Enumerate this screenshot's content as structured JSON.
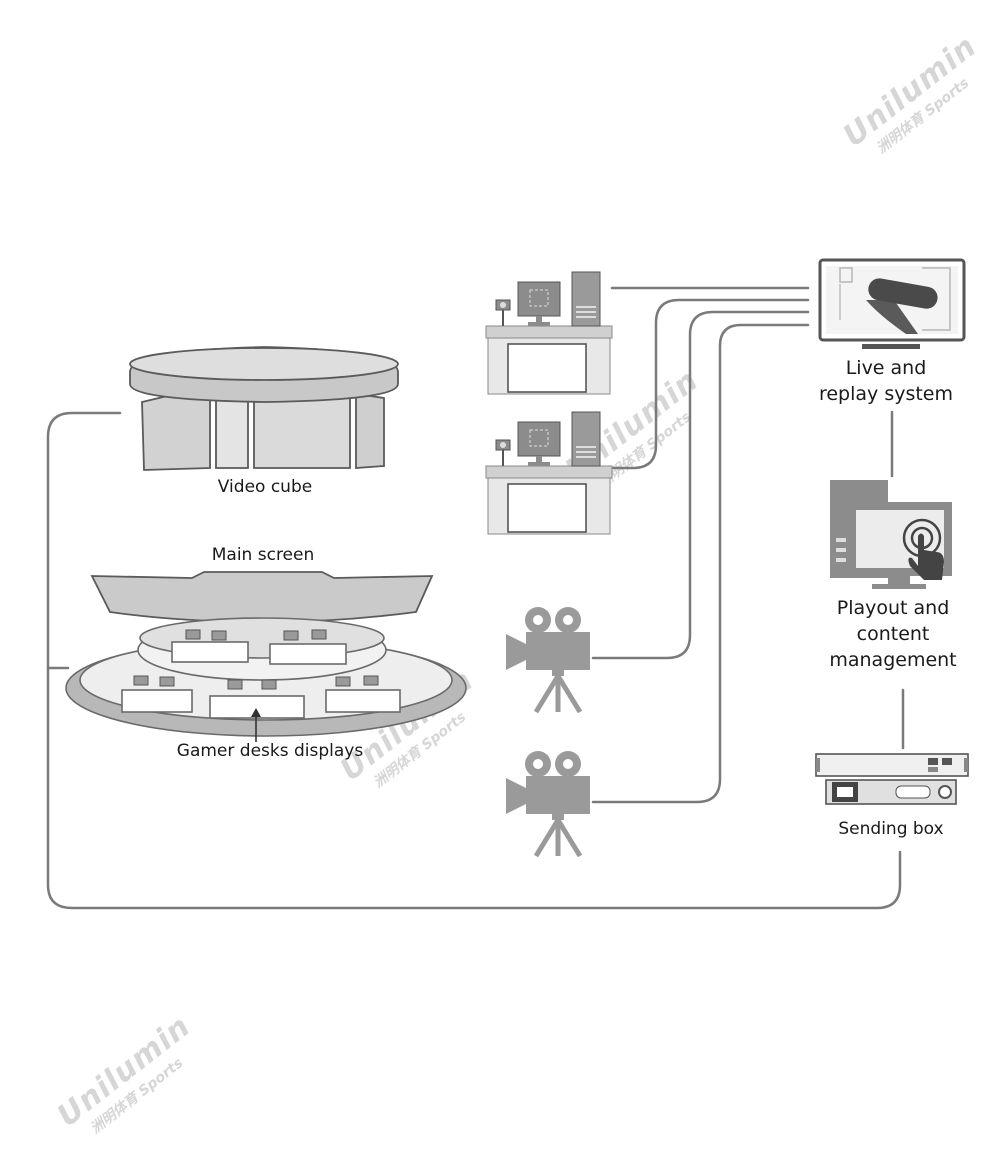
{
  "labels": {
    "video_cube": "Video cube",
    "main_screen": "Main screen",
    "gamer_desks": "Gamer desks displays",
    "live_replay": [
      "Live and",
      "replay system"
    ],
    "playout": [
      "Playout and",
      "content",
      "management"
    ],
    "sending_box": "Sending box"
  },
  "watermark": {
    "brand": "Unilumin",
    "sub": "洲明体育 Sports"
  },
  "colors": {
    "line": "#7a7a7a",
    "device_dark": "#8c8c8c",
    "device_light": "#d6d6d6",
    "desk": "#e2e2e2"
  }
}
